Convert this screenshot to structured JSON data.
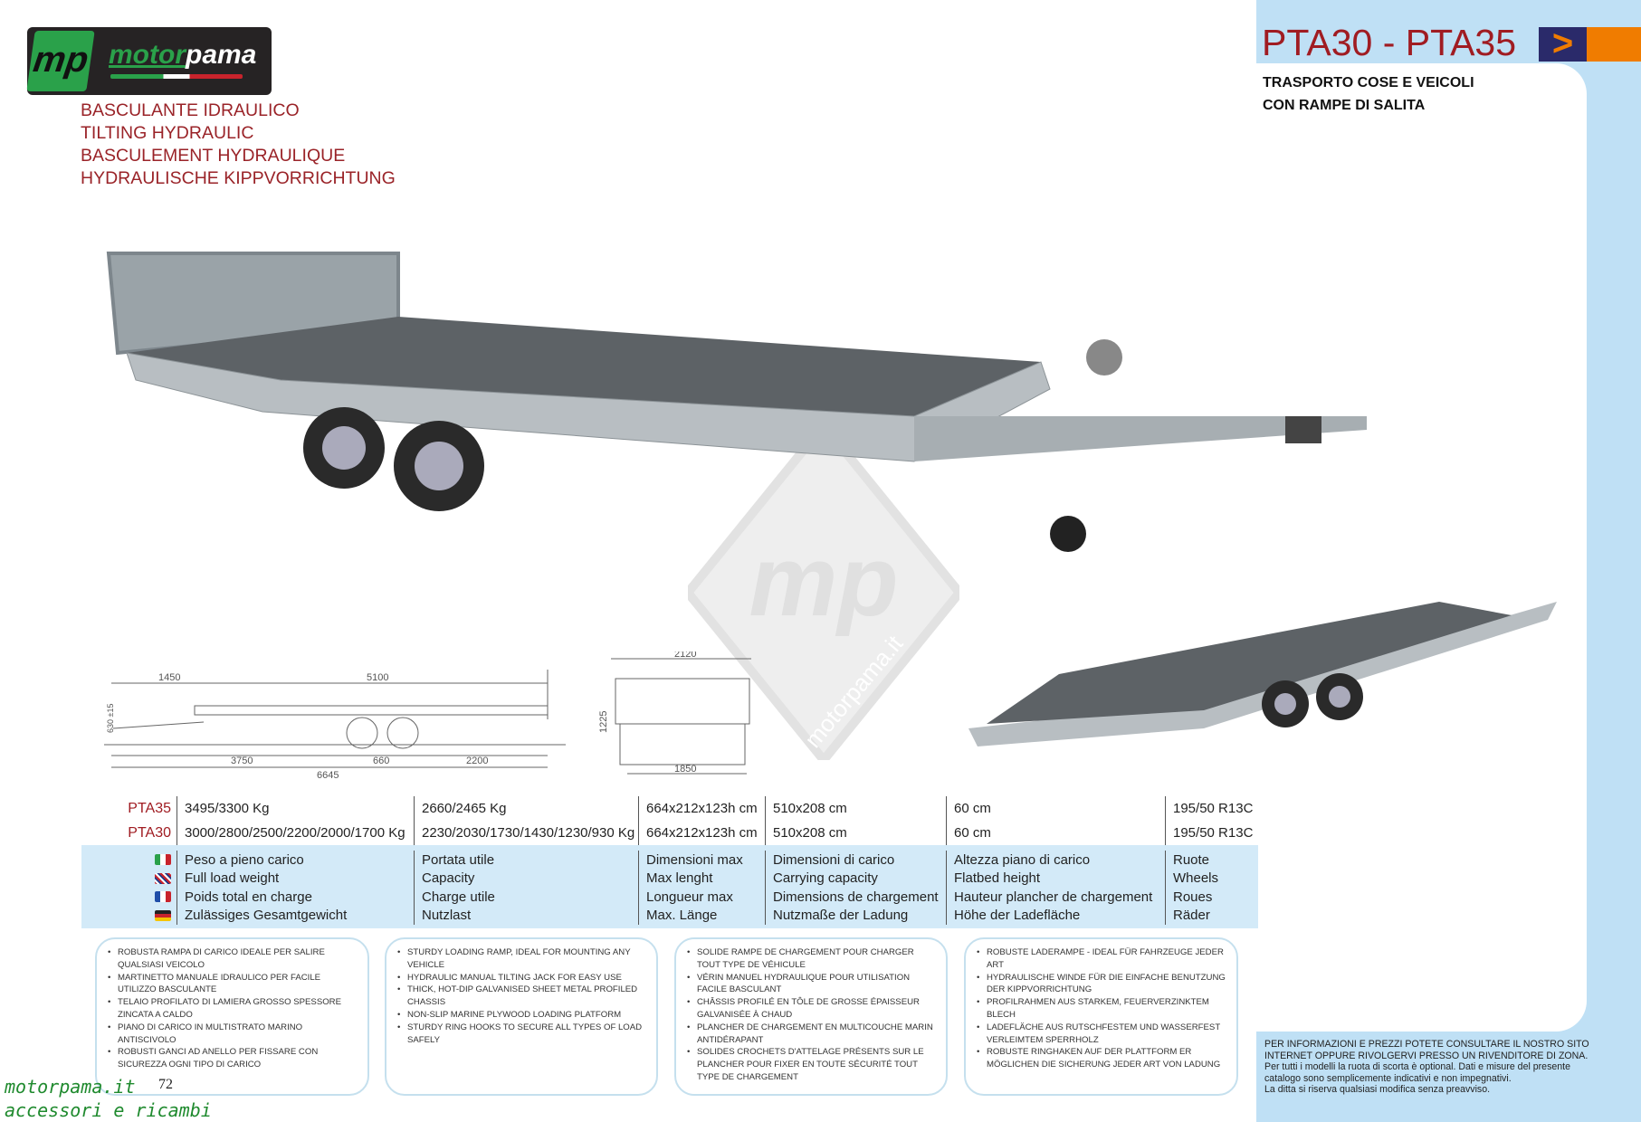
{
  "header": {
    "title": "PTA30 - PTA35",
    "arrow": ">",
    "subtitle": [
      "TRASPORTO COSE E VEICOLI",
      "CON RAMPE DI SALITA"
    ]
  },
  "logo": {
    "brand_green": "motor",
    "brand_white": "pama",
    "mark": "mp"
  },
  "headings": [
    "BASCULANTE IDRAULICO",
    "TILTING HYDRAULIC",
    "BASCULEMENT HYDRAULIQUE",
    "HYDRAULISCHE KIPPVORRICHTUNG"
  ],
  "drawing": {
    "side": [
      "1450",
      "5100",
      "3750",
      "660",
      "2200",
      "6645",
      "630 ±15"
    ],
    "front": [
      "2120",
      "1225",
      "1850"
    ]
  },
  "watermark": "motorpama.it",
  "table": {
    "rows": [
      {
        "model": "PTA35",
        "values": [
          "3495/3300 Kg",
          "2660/2465 Kg",
          "664x212x123h cm",
          "510x208 cm",
          "60 cm",
          "195/50 R13C"
        ]
      },
      {
        "model": "PTA30",
        "values": [
          "3000/2800/2500/2200/2000/1700 Kg",
          "2230/2030/1730/1430/1230/930 Kg",
          "664x212x123h cm",
          "510x208 cm",
          "60 cm",
          "195/50 R13C"
        ]
      }
    ],
    "labels": [
      {
        "lang": "it",
        "values": [
          "Peso a pieno carico",
          "Portata utile",
          "Dimensioni max",
          "Dimensioni di carico",
          "Altezza piano di carico",
          "Ruote"
        ]
      },
      {
        "lang": "en",
        "values": [
          "Full load weight",
          "Capacity",
          "Max lenght",
          "Carrying capacity",
          "Flatbed height",
          "Wheels"
        ]
      },
      {
        "lang": "fr",
        "values": [
          "Poids total en charge",
          "Charge utile",
          "Longueur max",
          "Dimensions de chargement",
          "Hauteur plancher de chargement",
          "Roues"
        ]
      },
      {
        "lang": "de",
        "values": [
          "Zulässiges Gesamtgewicht",
          "Nutzlast",
          "Max. Länge",
          "Nutzmaße der Ladung",
          "Höhe der Ladefläche",
          "Räder"
        ]
      }
    ]
  },
  "features": [
    [
      "ROBUSTA RAMPA DI CARICO IDEALE PER SALIRE QUALSIASI VEICOLO",
      "MARTINETTO MANUALE IDRAULICO PER FACILE UTILIZZO BASCULANTE",
      "TELAIO PROFILATO DI LAMIERA GROSSO SPESSORE ZINCATA A CALDO",
      "PIANO DI CARICO IN MULTISTRATO MARINO ANTISCIVOLO",
      "ROBUSTI GANCI AD ANELLO PER FISSARE CON SICUREZZA OGNI TIPO DI CARICO"
    ],
    [
      "STURDY LOADING RAMP, IDEAL FOR MOUNTING ANY VEHICLE",
      "HYDRAULIC MANUAL TILTING JACK FOR EASY USE",
      "THICK, HOT-DIP GALVANISED SHEET METAL PROFILED CHASSIS",
      "NON-SLIP MARINE PLYWOOD LOADING PLATFORM",
      "STURDY RING HOOKS TO SECURE ALL TYPES OF LOAD SAFELY"
    ],
    [
      "SOLIDE RAMPE DE CHARGEMENT POUR CHARGER TOUT TYPE DE VÉHICULE",
      "VÉRIN MANUEL HYDRAULIQUE POUR UTILISATION FACILE BASCULANT",
      "CHÂSSIS PROFILÉ EN TÔLE DE GROSSE ÉPAISSEUR GALVANISÉE À CHAUD",
      "PLANCHER DE CHARGEMENT EN MULTICOUCHE MARIN ANTIDÉRAPANT",
      "SOLIDES CROCHETS D'ATTELAGE PRÉSENTS SUR LE PLANCHER POUR FIXER EN TOUTE SÉCURITÉ TOUT TYPE DE CHARGEMENT"
    ],
    [
      "ROBUSTE LADERAMPE - IDEAL FÜR FAHRZEUGE JEDER ART",
      "HYDRAULISCHE WINDE FÜR DIE EINFACHE BENUTZUNG DER KIPPVORRICHTUNG",
      "PROFILRAHMEN AUS STARKEM, FEUERVERZINKTEM BLECH",
      "LADEFLÄCHE AUS RUTSCHFESTEM UND WASSERFEST VERLEIMTEM SPERRHOLZ",
      "ROBUSTE RINGHAKEN AUF DER PLATTFORM ER MÖGLICHEN DIE SICHERUNG JEDER ART VON LADUNG"
    ]
  ],
  "footer": {
    "lines": [
      "PER INFORMAZIONI E PREZZI POTETE CONSULTARE IL NOSTRO SITO",
      "INTERNET OPPURE RIVOLGERVI PRESSO UN RIVENDITORE DI ZONA.",
      "Per tutti i modelli la ruota di scorta è optional. Dati e misure del presente",
      "catalogo sono semplicemente indicativi e non impegnativi.",
      "La ditta si riserva qualsiasi modifica senza preavviso."
    ]
  },
  "site": {
    "url": "motorpama.it",
    "tagline": "accessori e ricambi"
  },
  "page_number": "72",
  "colors": {
    "red": "#a01c22",
    "blue_panel": "#bfe0f5",
    "orange": "#f07c00",
    "navy": "#2a2a6a",
    "green": "#2aa14a"
  }
}
